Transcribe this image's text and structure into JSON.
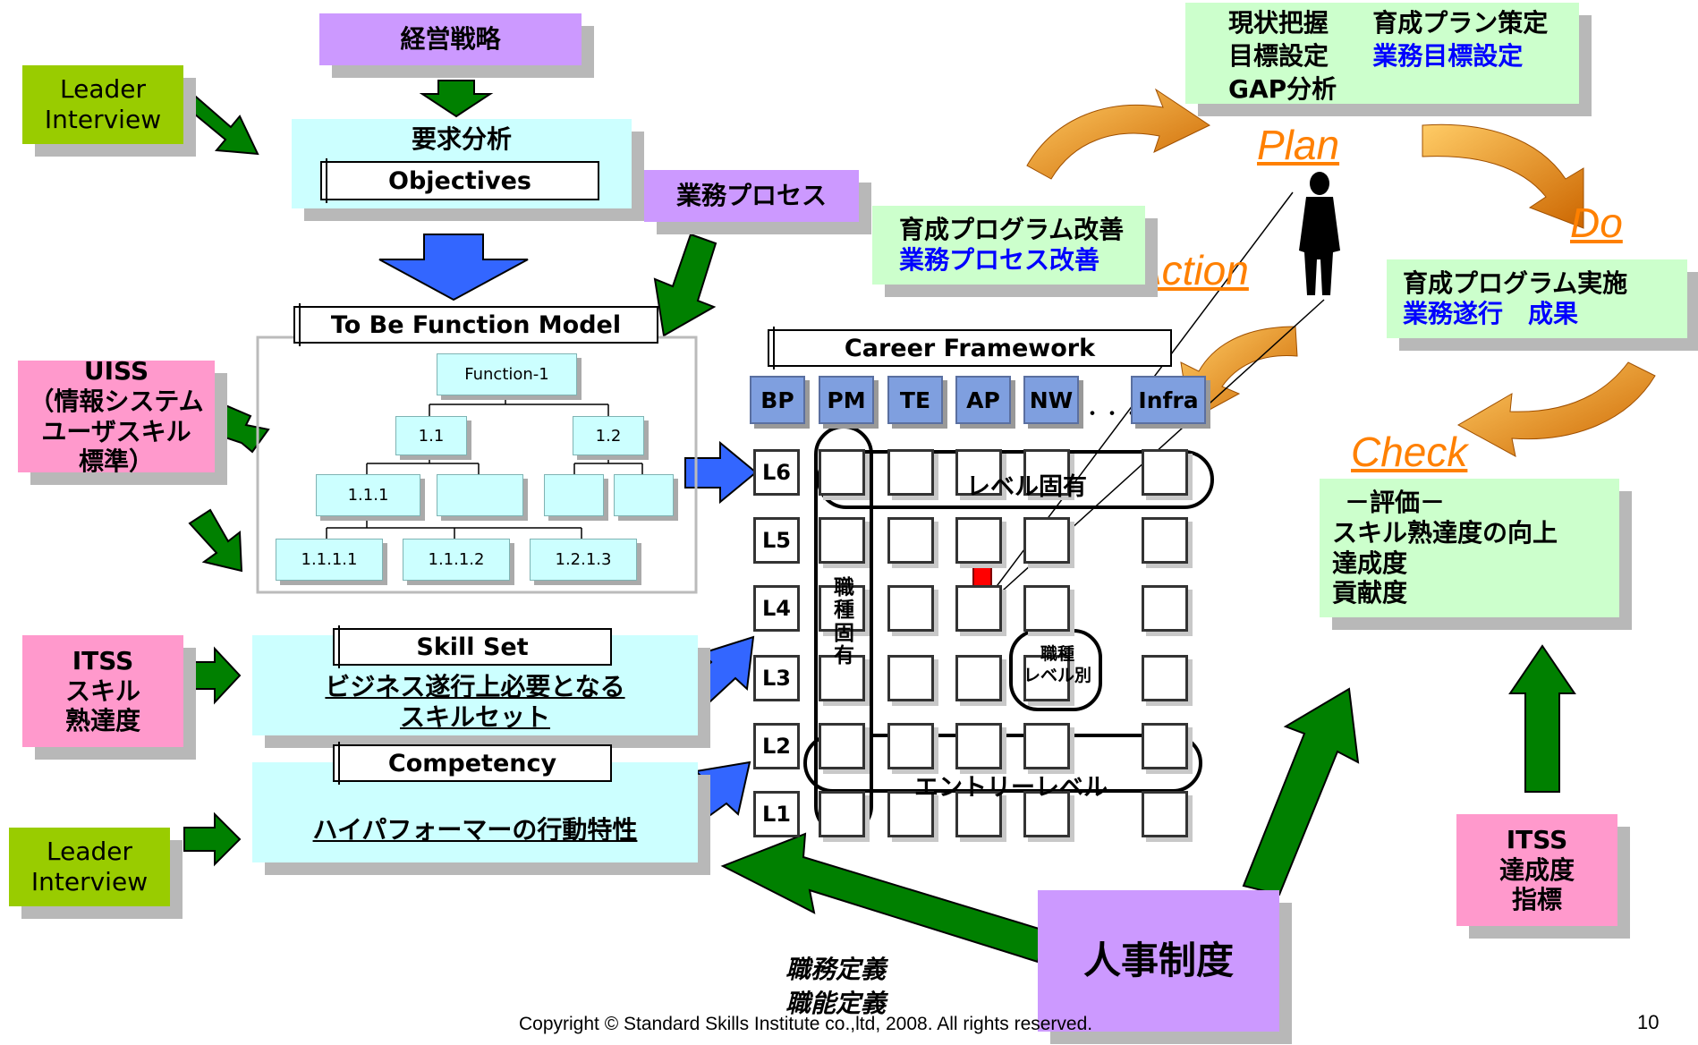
{
  "left": {
    "keiei_senryaku": "経営戦略",
    "leader_interview_top": "Leader Interview",
    "yokyu_bunseki": "要求分析",
    "objectives": "Objectives",
    "gyomu_process": "業務プロセス",
    "to_be_model": "To Be Function Model",
    "uiss": [
      "UISS",
      "（情報システム",
      "ユーザスキル",
      "標準）"
    ],
    "tree_nodes": {
      "root": "Function-1",
      "n11": "1.1",
      "n12": "1.2",
      "n111": "1.1.1",
      "n1111": "1.1.1.1",
      "n1112": "1.1.1.2",
      "n1213": "1.2.1.3"
    },
    "itss_skill": [
      "ITSS",
      "スキル",
      "熟達度"
    ],
    "skill_set": "Skill Set",
    "skill_set_desc": [
      "ビジネス遂行上必要となる",
      "スキルセット"
    ],
    "competency": "Competency",
    "competency_desc": "ハイパフォーマーの行動特性",
    "leader_interview_bottom": "Leader Interview"
  },
  "framework": {
    "title": "Career Framework",
    "roles": [
      "BP",
      "PM",
      "TE",
      "AP",
      "NW",
      "Infra"
    ],
    "ellipsis": "・・・",
    "levels": [
      "L6",
      "L5",
      "L4",
      "L3",
      "L2",
      "L1"
    ],
    "level_specific": "レベル固有",
    "entry_level": "エントリーレベル",
    "job_specific": "職種固有",
    "job_level": [
      "職種",
      "レベル別"
    ]
  },
  "cycle": {
    "plan": "Plan",
    "do": "Do",
    "check": "Check",
    "action": "Action",
    "plan_box": {
      "line1": "現状把握",
      "line2": "目標設定",
      "line3": "GAP分析",
      "right1": "育成プラン策定",
      "right2": "業務目標設定"
    },
    "action_box": {
      "line1": "育成プログラム改善",
      "line2": "業務プロセス改善"
    },
    "do_box": {
      "line1": "育成プログラム実施",
      "line2": "業務遂行　成果"
    },
    "check_box": [
      "－評価－",
      "スキル熟達度の向上",
      "達成度",
      "貢献度"
    ],
    "itss_achieve": [
      "ITSS",
      "達成度",
      "指標"
    ]
  },
  "bottom": {
    "jinji": "人事制度",
    "shokumu": "職務定義",
    "shokuno": "職能定義",
    "copyright": "Copyright © Standard Skills Institute co.,ltd, 2008. All rights reserved.",
    "page_number": "10"
  },
  "colors": {
    "green_arrow": "#008000",
    "blue_arrow": "#3366ff",
    "orange_arrow": "#ff9900",
    "red_arrow": "#ff0000"
  }
}
